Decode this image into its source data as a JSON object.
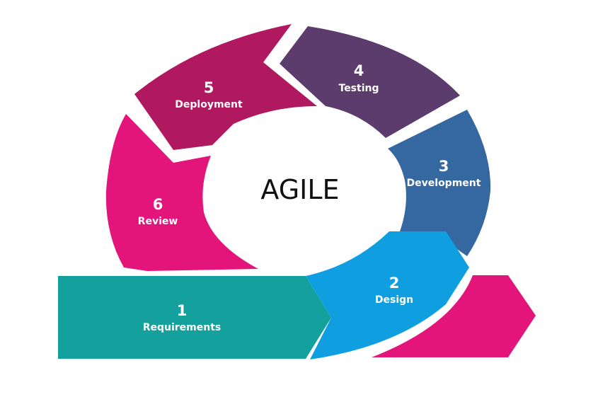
{
  "center_label": "AGILE",
  "stages": [
    {
      "number": "1",
      "label": "Requirements",
      "color": "#14a09c"
    },
    {
      "number": "2",
      "label": "Design",
      "color": "#0f9fe0"
    },
    {
      "number": "3",
      "label": "Development",
      "color": "#3568a0"
    },
    {
      "number": "4",
      "label": "Testing",
      "color": "#5b3c6c"
    },
    {
      "number": "5",
      "label": "Deployment",
      "color": "#b0185f"
    },
    {
      "number": "6",
      "label": "Review",
      "color": "#e3157a"
    }
  ],
  "tail_color": "#e3157a",
  "text_color": "#ffffff",
  "center_text_color": "#111111"
}
